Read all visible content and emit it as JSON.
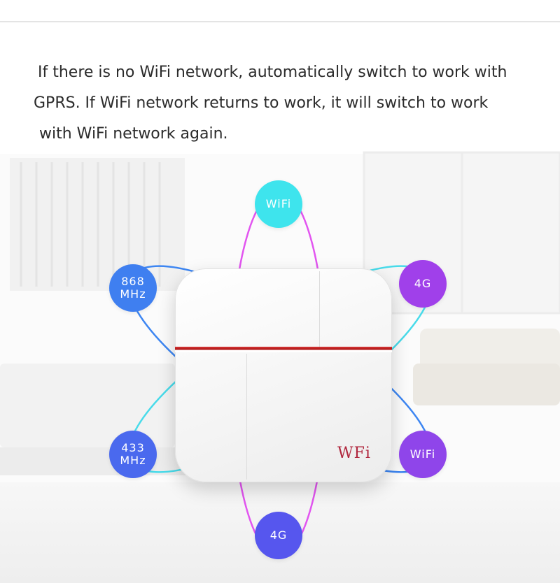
{
  "description_lines": [
    "If there is no WiFi network, automatically switch to work with",
    "GPRS. If WiFi network returns to work, it will switch to work",
    "with WiFi network again."
  ],
  "device": {
    "logo": "WFi"
  },
  "nodes": {
    "wifi_top": {
      "line1": "WiFi",
      "color": "#3ee4ed"
    },
    "lte_right": {
      "line1": "4G",
      "color": "#a040ea"
    },
    "freq_868": {
      "line1": "868",
      "line2": "MHz",
      "color": "#3f7ff0"
    },
    "freq_433": {
      "line1": "433",
      "line2": "MHz",
      "color": "#4a69ee"
    },
    "wifi_right": {
      "line1": "WiFi",
      "color": "#8f45ea"
    },
    "lte_bottom": {
      "line1": "4G",
      "color": "#5656ee"
    }
  },
  "colors": {
    "orbit_magenta": "#e255f0",
    "orbit_blue": "#3d86f2",
    "orbit_cyan": "#48dbea",
    "accent_red": "#b3131b"
  }
}
